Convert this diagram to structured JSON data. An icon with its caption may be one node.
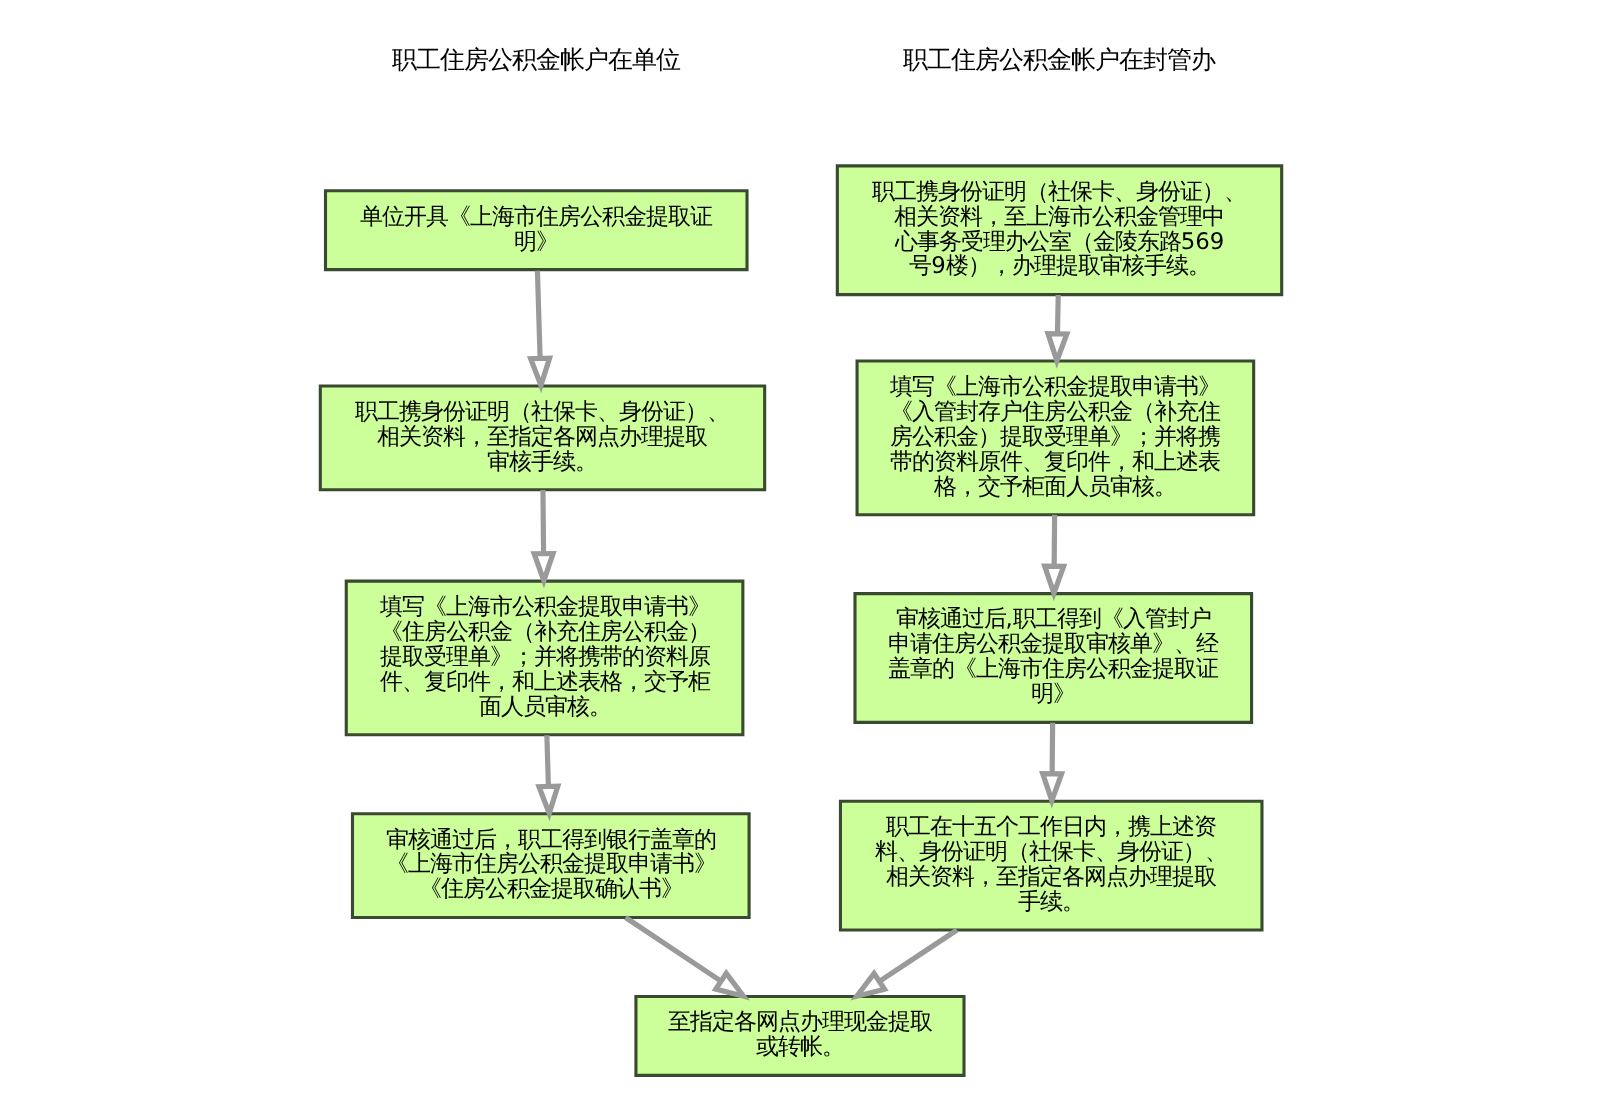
{
  "diagram": {
    "nodes": [
      {
        "text": [
          "单位开具《上海市住房公积金提取证明》"
        ]
      },
      {
        "text": [
          "职工携身份证明（社保卡、身份证）、相关资料，至指定各网点办理提取审核手续。"
        ]
      },
      {
        "text": [
          "填写《上海市公积金提取申请书》《住房公积金（补充住房公积金）提取受理单》；并将携带的资料原件、复印件，和上述表格，交予柜面人员审核。"
        ]
      },
      {
        "text": [
          "审核通过后，职工得到银行盖章的《上海市住房公积金提取申请书》《住房公积金提取确认书》"
        ]
      },
      {
        "text": [
          "职工携身份证明（社保卡、身份证）、相关资料，至上海市公积金管理中心事务受理办公室（金陵东路569号9楼），办理提取审核手续。"
        ]
      },
      {
        "text": [
          "填写《上海市公积金提取申请书》《入管封存户住房公积金（补充住房公积金）提取受理单》；并将携带的资料原件、复印件，和上述表格，交予柜面人员审核。"
        ]
      },
      {
        "text": [
          "审核通过后,职工得到《入管封户申请住房公积金提取审核单》、经盖章的《上海市住房公积金提取证明》"
        ]
      },
      {
        "text": [
          "职工在十五个工作日内，携上述资料、身份证明（社保卡、身份证）、相关资料，至指定各网点办理提取手续。"
        ]
      },
      {
        "text": [
          "至指定各网点办理现金提取或转帐。"
        ]
      }
    ],
    "edges": [
      {
        "from": 0,
        "to": 1,
        "arrow": "to"
      },
      {
        "from": 1,
        "to": 2,
        "arrow": "to"
      },
      {
        "from": 2,
        "to": 3,
        "arrow": "to"
      },
      {
        "from": 4,
        "to": 5,
        "arrow": "to"
      },
      {
        "from": 5,
        "to": 6,
        "arrow": "to"
      },
      {
        "from": 6,
        "to": 7,
        "arrow": "to"
      },
      {
        "from": 3,
        "to": 8,
        "arrow": "to"
      },
      {
        "from": 7,
        "to": 8,
        "arrow": "to"
      }
    ],
    "labels": [
      "职工住房公积金帐户在单位",
      "职工住房公积金帐户在封管办"
    ]
  }
}
